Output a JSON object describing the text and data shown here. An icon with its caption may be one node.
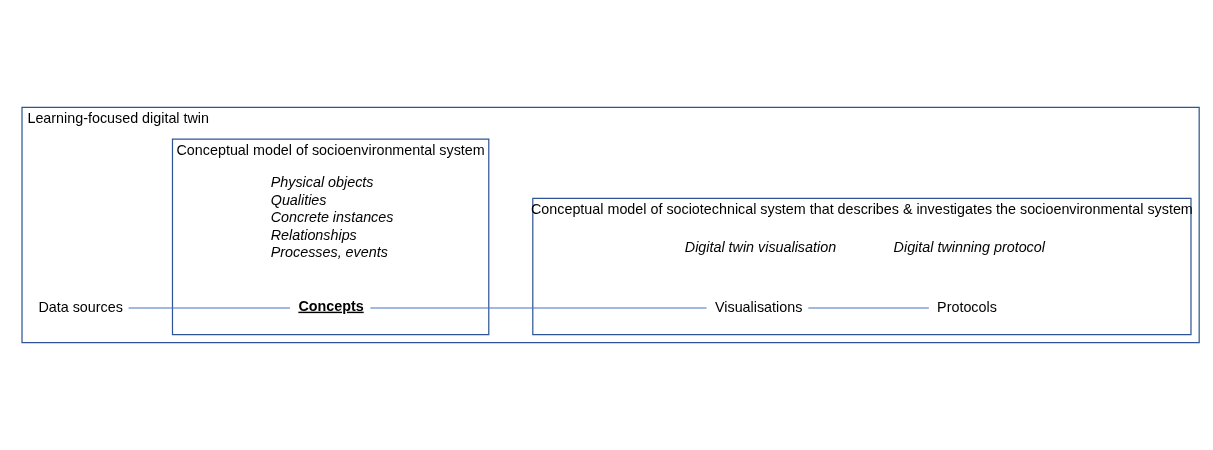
{
  "diagram": {
    "nodes": [
      {
        "text": [
          "Learning-focused digital twin"
        ]
      },
      {
        "text": [
          "Conceptual model of socioenvironmental system"
        ],
        "in": 0
      },
      {
        "text": [
          "Data sources"
        ],
        "in": 0
      },
      {
        "text": [
          "Concepts"
        ],
        "in": 1,
        "beside": [
          "Physical objects",
          "Qualities",
          "Concrete instances",
          "Relationships",
          "Processes, events"
        ]
      },
      {
        "text": [
          "Conceptual model of sociotechnical system that describes & investigates the socioenvironmental system"
        ],
        "in": 0
      },
      {
        "text": [
          "Visualisations"
        ],
        "in": 4,
        "beside": [
          "Digital twin visualisation"
        ]
      },
      {
        "text": [
          "Protocols"
        ],
        "in": 4,
        "beside": [
          "Digital twinning protocol"
        ]
      }
    ],
    "edges": [
      {
        "from": 2,
        "to": 3,
        "arrow": "none"
      },
      {
        "from": 3,
        "to": 5,
        "arrow": "none"
      },
      {
        "from": 5,
        "to": 6,
        "arrow": "none"
      }
    ]
  }
}
